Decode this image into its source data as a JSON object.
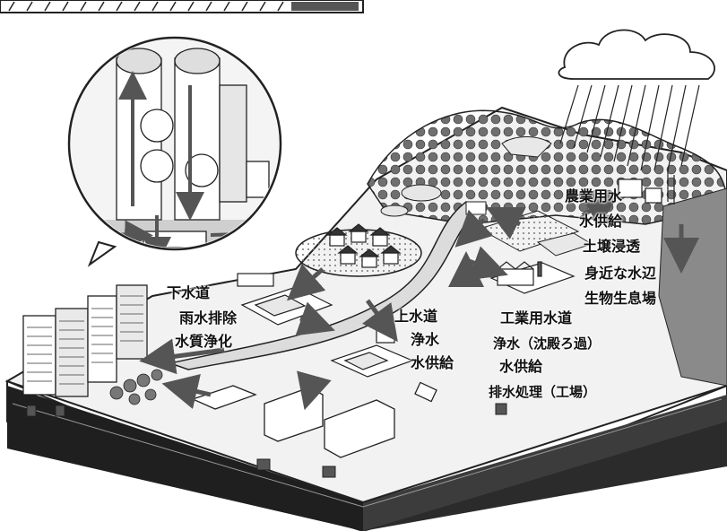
{
  "labels": {
    "sewer": "下水道",
    "rain_drain": "雨水排除",
    "water_purify": "水質浄化",
    "water_supply": "上水道",
    "clean_water": "浄水",
    "supply": "水供給",
    "industrial": "工業用水道",
    "clean_water_process": "浄水（沈殿ろ過）",
    "ind_supply": "水供給",
    "wastewater": "排水処理（工場）",
    "agri": "農業用水",
    "agri_supply": "水供給",
    "soil_seep": "土壌浸透",
    "waterside": "身近な水辺",
    "habitat": "生物生息場"
  },
  "colors": {
    "line": "#222222",
    "arrow": "#555555",
    "ground": "#cfcfcf",
    "dark": "#3a3a3a"
  }
}
